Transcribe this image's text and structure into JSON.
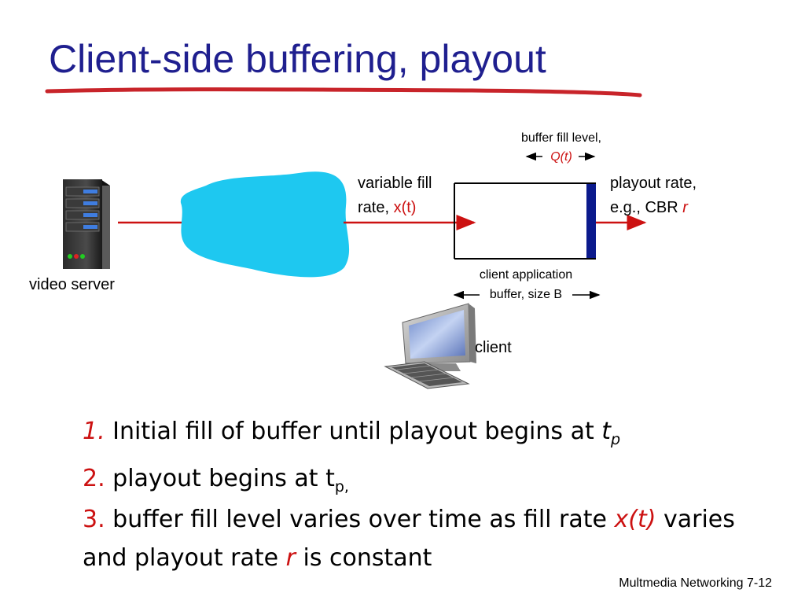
{
  "slide": {
    "title": "Client-side buffering, playout",
    "footer": "Multmedia Networking  7-12"
  },
  "diagram": {
    "buffer_fill_level_line1": "buffer fill level,",
    "buffer_fill_level_q": "Q(t)",
    "variable_fill_line1": "variable fill",
    "variable_fill_prefix": "rate, ",
    "variable_fill_x": "x(t)",
    "playout_rate_line1": "playout rate,",
    "playout_rate_prefix": "e.g., CBR ",
    "playout_rate_r": "r",
    "client_app_line1": "client  application",
    "client_app_line2": "buffer, size B",
    "video_server": "video server",
    "client": "client"
  },
  "bullets": {
    "b1_num": "1.",
    "b1_text": "Initial fill of buffer until playout begins at ",
    "b1_t": "t",
    "b1_sub": "p",
    "b2_num": "2.",
    "b2_text": "playout begins at t",
    "b2_sub": "p,",
    "b3_num": "3.",
    "b3_text1": "buffer fill level varies over time as fill rate ",
    "b3_x": "x(t)",
    "b3_text2": " varies",
    "b3_text3": "and playout rate ",
    "b3_r": "r",
    "b3_text4": " is constant"
  },
  "colors": {
    "title": "#1f1f8f",
    "accent_red": "#cc1111",
    "cloud": "#1ec8f0",
    "buffer_bar": "#0b1a8c",
    "underline": "#c8242a"
  }
}
